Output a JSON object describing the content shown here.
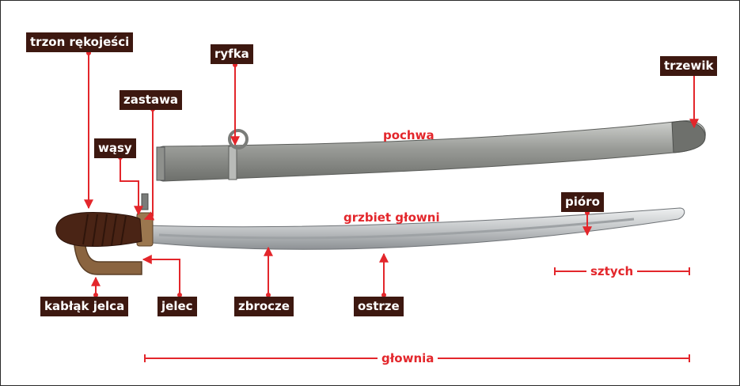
{
  "labels": {
    "trzon": "trzon rękojeści",
    "ryfka": "ryfka",
    "trzewik": "trzewik",
    "zastawa": "zastawa",
    "wasy": "wąsy",
    "pochwa": "pochwa",
    "pioro": "pióro",
    "grzbiet": "grzbiet głowni",
    "sztych": "sztych",
    "kablak": "kabłąk jelca",
    "jelec": "jelec",
    "zbrocze": "zbrocze",
    "ostrze": "ostrze",
    "glownia": "głownia"
  },
  "colors": {
    "label_bg": "#3d1810",
    "accent_red": "#e3262b",
    "scabbard": "#9a9c98",
    "blade": "#c6c9ca",
    "grip": "#4a2415",
    "guard": "#8a6440"
  }
}
